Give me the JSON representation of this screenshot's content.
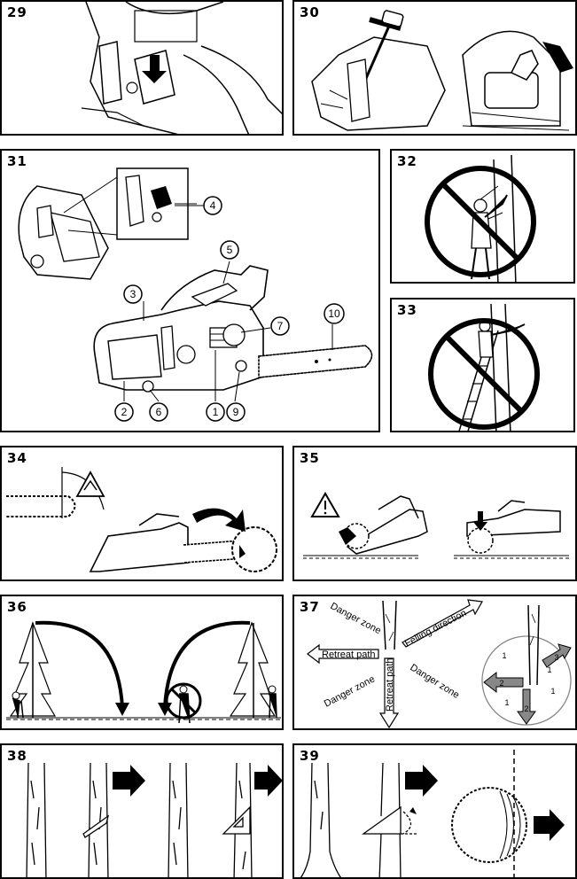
{
  "panels": {
    "p29": {
      "number": "29"
    },
    "p30": {
      "number": "30"
    },
    "p31": {
      "number": "31",
      "callouts": [
        "4",
        "5",
        "3",
        "7",
        "10",
        "2",
        "6",
        "1",
        "9"
      ]
    },
    "p32": {
      "number": "32"
    },
    "p33": {
      "number": "33"
    },
    "p34": {
      "number": "34"
    },
    "p35": {
      "number": "35"
    },
    "p36": {
      "number": "36"
    },
    "p37": {
      "number": "37",
      "labels": {
        "danger_zone_top": "Danger zone",
        "felling_direction": "Felling direction",
        "retreat_path_left": "Retreat path",
        "danger_zone_left": "Danger zone",
        "retreat_path_down": "Retreat path",
        "danger_zone_right": "Danger zone"
      },
      "circle_numbers": [
        "1",
        "2",
        "3",
        "1",
        "1",
        "2",
        "1"
      ]
    },
    "p38": {
      "number": "38"
    },
    "p39": {
      "number": "39"
    }
  },
  "colors": {
    "ink": "#000000",
    "paper": "#ffffff",
    "warning_gray": "#888888"
  }
}
